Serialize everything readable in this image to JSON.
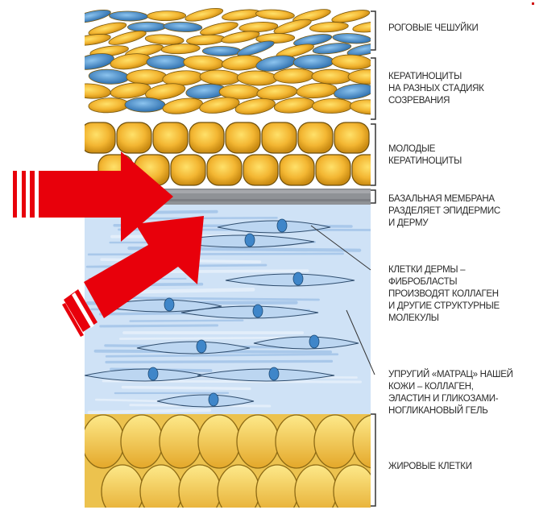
{
  "labels": [
    {
      "id": "horny-scales",
      "text": "РОГОВЫЕ ЧЕШУЙКИ"
    },
    {
      "id": "keratinocytes-maturing",
      "text": "КЕРАТИНОЦИТЫ\nНА РАЗНЫХ СТАДИЯК\nСОЗРЕВАНИЯ"
    },
    {
      "id": "young-keratinocytes",
      "text": "МОЛОДЫЕ\nКЕРАТИНОЦИТЫ"
    },
    {
      "id": "basal-membrane",
      "text": "БАЗАЛЬНАЯ МЕМБРАНА\nРАЗДЕЛЯЕТ ЭПИДЕРМИС\nИ ДЕРМУ"
    },
    {
      "id": "fibroblasts",
      "text": "КЛЕТКИ ДЕРМЫ –\nФИБРОБЛАСТЫ\nПРОИЗВОДЯТ КОЛЛАГЕН\nИ ДРУГИЕ СТРУКТУРНЫЕ\nМОЛЕКУЛЫ"
    },
    {
      "id": "elastic-mattress",
      "text": "УПРУГИЙ «МАТРАЦ» НАШЕЙ\nКОЖИ – КОЛЛАГЕН,\nЭЛАСТИН И ГЛИКОЗАМИ-\nНОГЛИКАНОВЫЙ ГЕЛЬ"
    },
    {
      "id": "fat-cells",
      "text": "ЖИРОВЫЕ КЛЕТКИ"
    }
  ],
  "colors": {
    "arrow": "#e8000b",
    "yellow_cell": "#f0b030",
    "blue_cell": "#3a7fc0",
    "dermis": "#c9def4",
    "membrane": "#8f9296"
  }
}
